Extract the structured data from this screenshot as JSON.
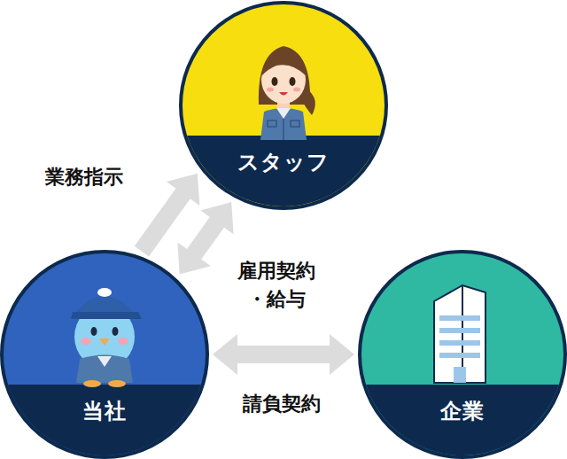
{
  "diagram": {
    "nodes": [
      {
        "text": [
          "スタッフ"
        ]
      },
      {
        "text": [
          "当社"
        ]
      },
      {
        "text": [
          "企業"
        ]
      }
    ],
    "edges": [
      {
        "from": 1,
        "to": 0,
        "arrow": "to",
        "label": "業務指示"
      },
      {
        "from": 1,
        "to": 0,
        "arrow": "both",
        "label": "雇用契約 ・給与"
      },
      {
        "from": 1,
        "to": 2,
        "arrow": "both",
        "label": "請負契約"
      }
    ]
  }
}
